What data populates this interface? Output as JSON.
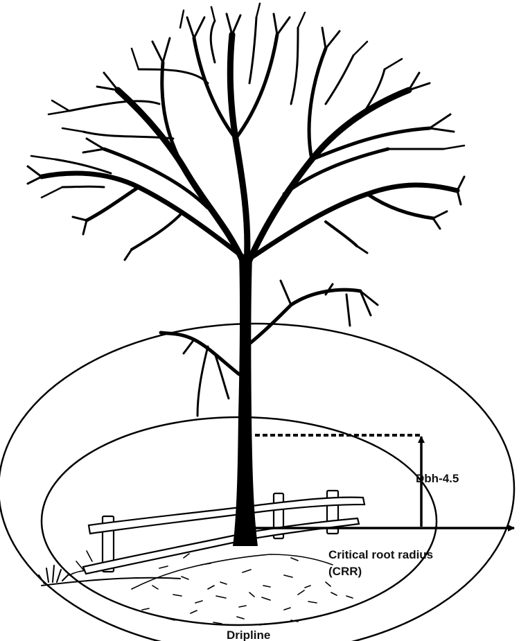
{
  "labels": {
    "dbh": "Dbh-4.5",
    "crr_line1": "Critical root radius",
    "crr_line2": "(CRR)",
    "dripline": "Dripline"
  },
  "colors": {
    "ink": "#000000",
    "background": "#ffffff"
  }
}
